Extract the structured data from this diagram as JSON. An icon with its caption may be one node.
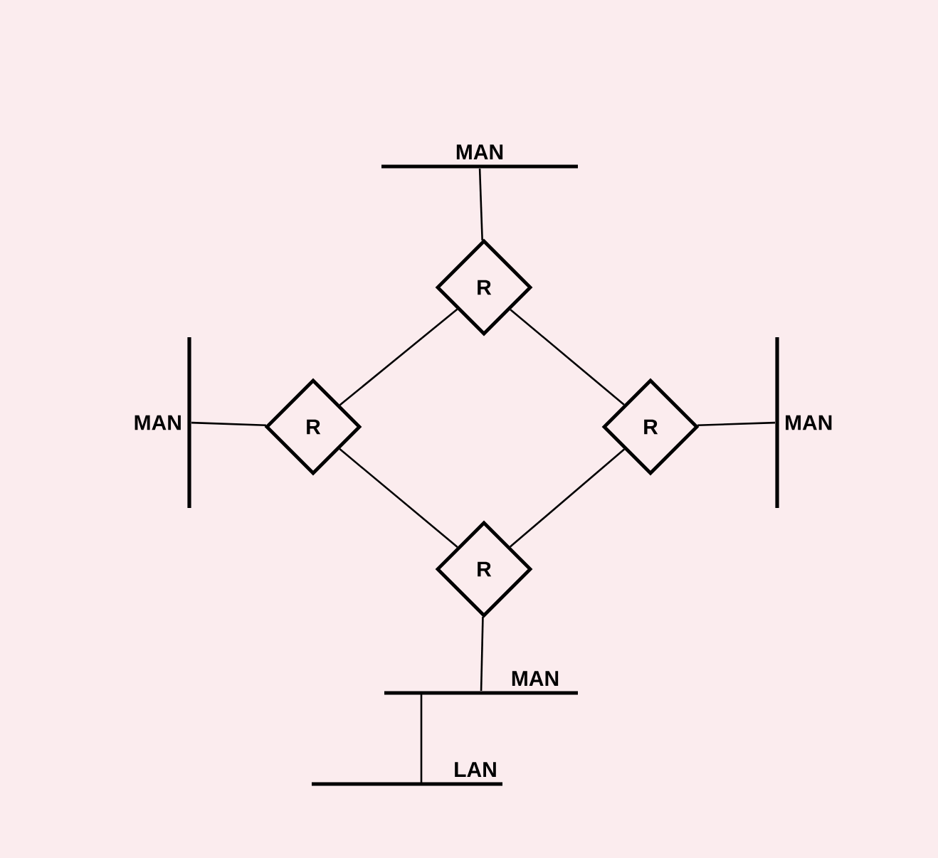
{
  "diagram": {
    "nodes": [
      {
        "text": [
          "MAN"
        ]
      },
      {
        "text": [
          "R"
        ]
      },
      {
        "text": [
          "MAN"
        ]
      },
      {
        "text": [
          "R"
        ]
      },
      {
        "text": [
          "R"
        ]
      },
      {
        "text": [
          "MAN"
        ]
      },
      {
        "text": [
          "R"
        ]
      },
      {
        "text": [
          "MAN"
        ]
      },
      {
        "text": [
          "LAN"
        ]
      }
    ],
    "edges": [
      {
        "from": 1,
        "to": 0,
        "arrow": "none"
      },
      {
        "from": 1,
        "to": 3,
        "arrow": "none"
      },
      {
        "from": 1,
        "to": 4,
        "arrow": "none"
      },
      {
        "from": 3,
        "to": 2,
        "arrow": "none"
      },
      {
        "from": 4,
        "to": 5,
        "arrow": "none"
      },
      {
        "from": 3,
        "to": 6,
        "arrow": "none"
      },
      {
        "from": 4,
        "to": 6,
        "arrow": "none"
      },
      {
        "from": 6,
        "to": 7,
        "arrow": "none"
      },
      {
        "from": 7,
        "to": 8,
        "arrow": "none"
      }
    ]
  }
}
